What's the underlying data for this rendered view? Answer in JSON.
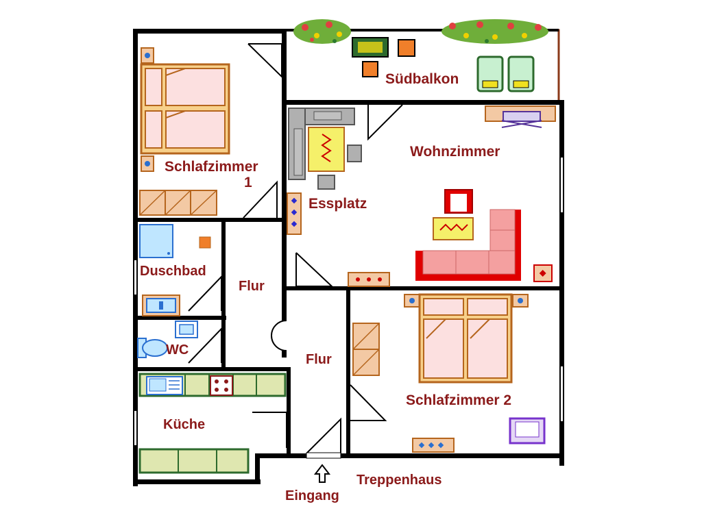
{
  "rooms": {
    "schlafzimmer1_line1": "Schlafzimmer",
    "schlafzimmer1_line2": "1",
    "suedbalkon": "Südbalkon",
    "wohnzimmer": "Wohnzimmer",
    "essplatz": "Essplatz",
    "duschbad": "Duschbad",
    "flur_left": "Flur",
    "flur_center": "Flur",
    "wc": "WC",
    "kueche": "Küche",
    "schlafzimmer2": "Schlafzimmer 2"
  },
  "outside": {
    "eingang": "Eingang",
    "treppenhaus": "Treppenhaus"
  },
  "colors": {
    "label": "#8b1a1a",
    "wall": "#000000",
    "bed_frame": "#d69a2a",
    "bed_fill": "#fce0e0",
    "cabinet": "#f3c9a4",
    "cabinet_stroke": "#b5651d",
    "kitchen": "#dfe7b0",
    "kitchen_stroke": "#2d6a2d",
    "sofa": "#f4a0a0",
    "sofa_stroke": "#cc0000",
    "armchair_red": "#e00000",
    "rug": "#f5f06a",
    "shower": "#bfe6ff",
    "plant_green": "#4c9f2a",
    "balcony_chair": "#c8f0d0"
  }
}
